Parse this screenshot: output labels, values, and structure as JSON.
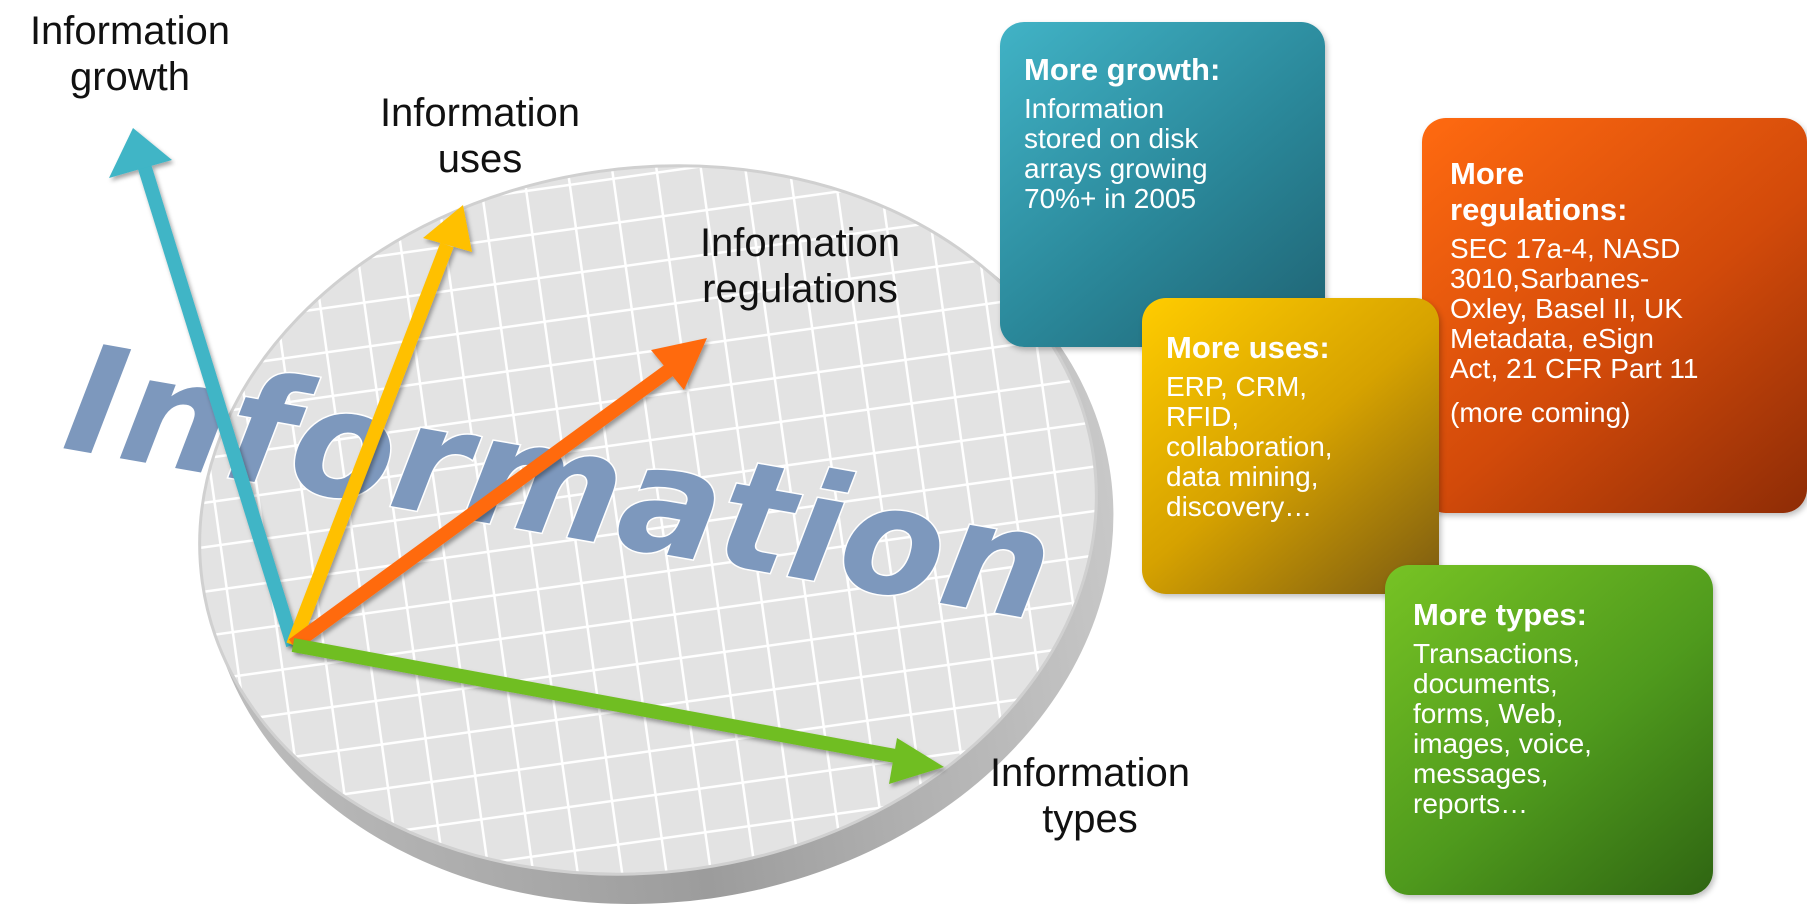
{
  "axes": {
    "growth": [
      "Information",
      "growth"
    ],
    "uses": [
      "Information",
      "uses"
    ],
    "regulations": [
      "Information",
      "regulations"
    ],
    "types": [
      "Information",
      "types"
    ]
  },
  "center_word": "Information",
  "cards": {
    "growth": {
      "title": "More growth:",
      "body": [
        "Information",
        "stored on disk",
        "arrays growing",
        "70%+ in 2005"
      ]
    },
    "uses": {
      "title": "More uses:",
      "body": [
        "ERP, CRM,",
        "RFID,",
        "collaboration,",
        "data mining,",
        "discovery…"
      ]
    },
    "regulations": {
      "title": [
        "More",
        "regulations:"
      ],
      "body": [
        "SEC 17a-4, NASD",
        "3010,Sarbanes-",
        "Oxley, Basel II, UK",
        "Metadata, eSign",
        "Act, 21 CFR Part 11"
      ],
      "note": "(more coming)"
    },
    "types": {
      "title": "More types:",
      "body": [
        "Transactions,",
        "documents,",
        "forms, Web,",
        "images, voice,",
        "messages,",
        "reports…"
      ]
    }
  },
  "colors": {
    "growth": "#3fb5c6",
    "uses": "#ffc000",
    "regulations": "#ff6a10",
    "types": "#6fbe22",
    "center_word": "#7d98bd"
  }
}
